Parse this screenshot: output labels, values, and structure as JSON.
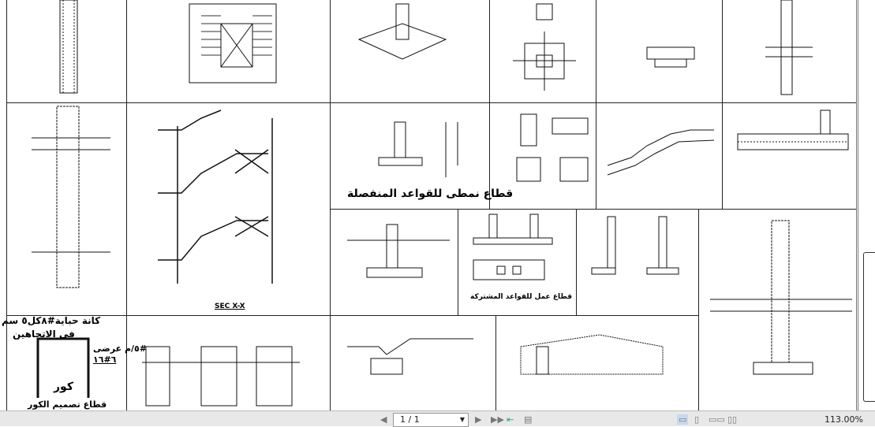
{
  "drawing": {
    "labels": {
      "isolated_footing_section": "قطاع نمطى للقواعد المنفصلة",
      "combined_footing_section": "قطاع عمل للقواعد المشتركة",
      "stair_section": "SEC X-X",
      "core": "كور",
      "core_design_section": "قطاع تصميم الكور",
      "core_stirrups": "كانة حباية#٨كل٥ سم",
      "both_directions": "فى الاتجاهين",
      "transverse": "#٥/م عرضى",
      "bars": "٦#١٦"
    }
  },
  "statusbar": {
    "page": "1 / 1",
    "zoom": "113.00%"
  }
}
